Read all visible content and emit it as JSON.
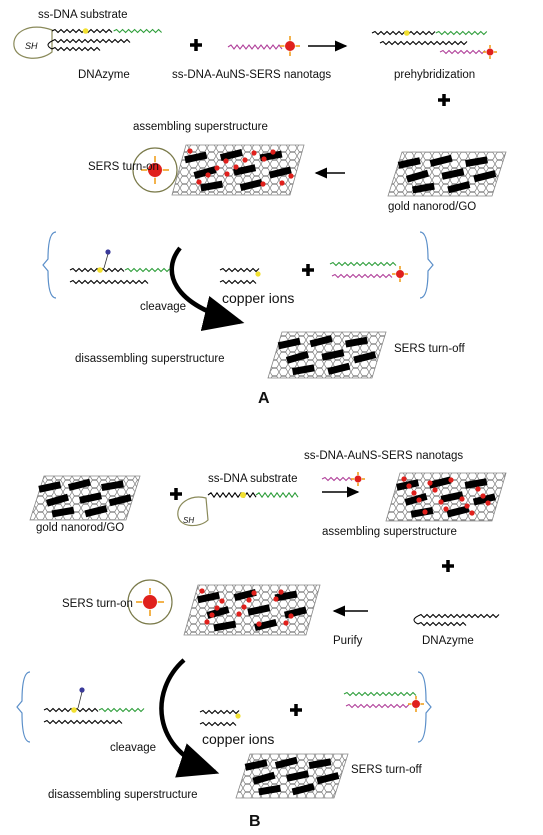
{
  "panel_a": {
    "label": "A",
    "ss_dna_substrate": "ss-DNA substrate",
    "sh": "SH",
    "dnazyme": "DNAzyme",
    "nanotags": "ss-DNA-AuNS-SERS nanotags",
    "prehybridization": "prehybridization",
    "assembling": "assembling superstructure",
    "sers_on": "SERS turn-on",
    "gold_go": "gold nanorod/GO",
    "cleavage": "cleavage",
    "copper": "copper ions",
    "disassembling": "disassembling superstructure",
    "sers_off": "SERS turn-off"
  },
  "panel_b": {
    "label": "B",
    "gold_go": "gold nanorod/GO",
    "ss_dna_substrate": "ss-DNA substrate",
    "sh": "SH",
    "nanotags": "ss-DNA-AuNS-SERS nanotags",
    "assembling": "assembling superstructure",
    "sers_on": "SERS turn-on",
    "purify": "Purify",
    "dnazyme": "DNAzyme",
    "cleavage": "cleavage",
    "copper": "copper ions",
    "disassembling": "disassembling superstructure",
    "sers_off": "SERS turn-off"
  },
  "colors": {
    "green": "#2e9e3a",
    "magenta": "#b0409a",
    "red": "#e0201c",
    "orange": "#f0a020",
    "yellow": "#f2e030",
    "bracket": "#5b8fc9",
    "sheet": "#888888"
  }
}
